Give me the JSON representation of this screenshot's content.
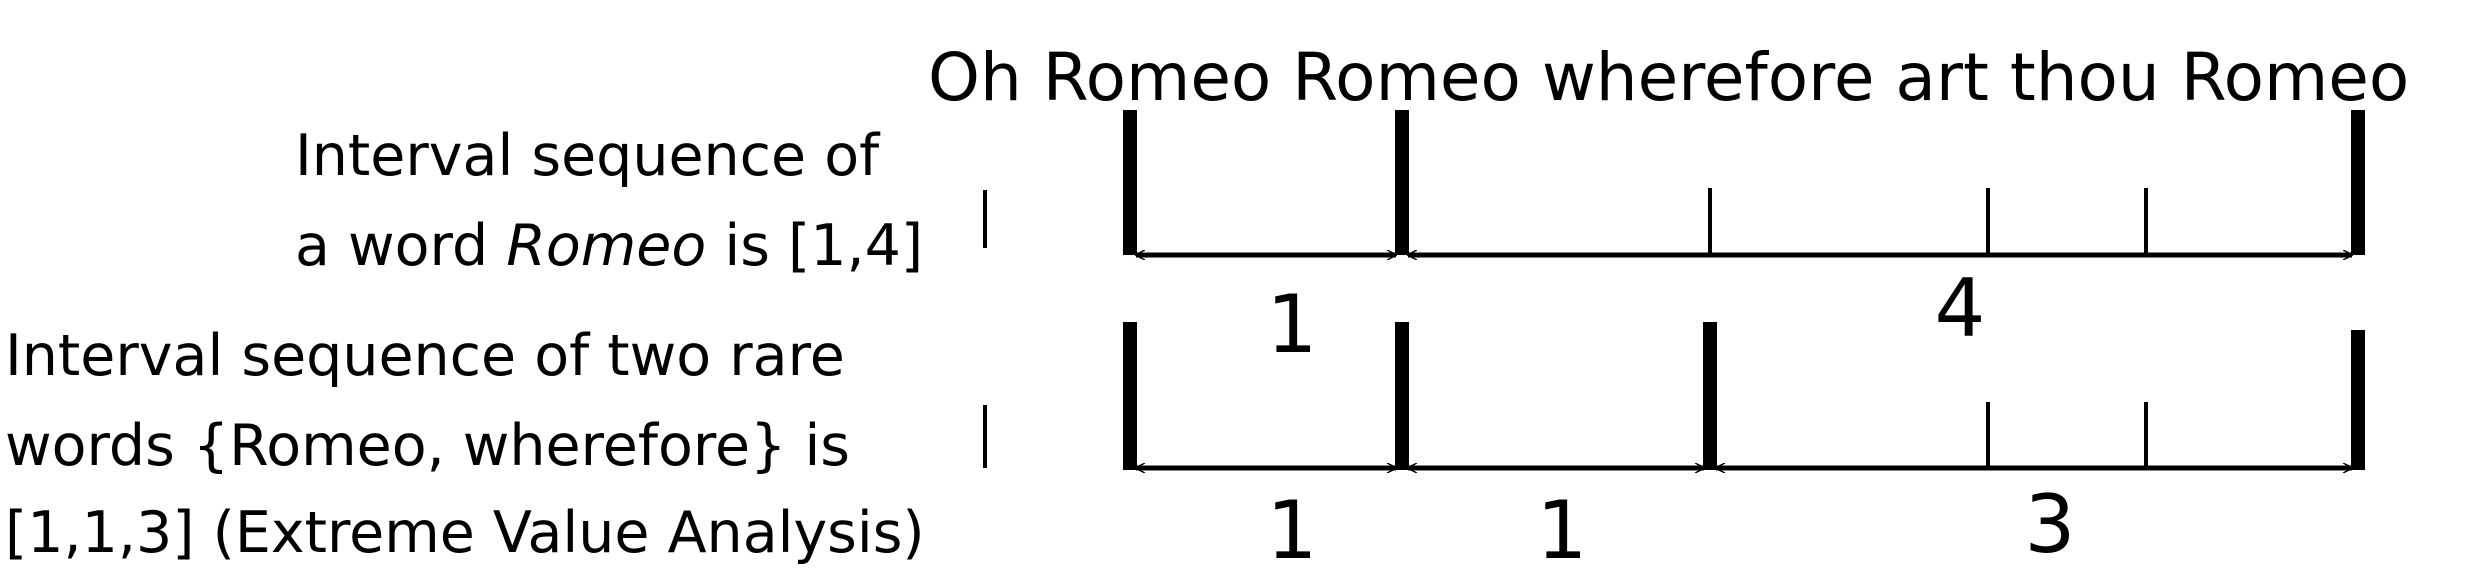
{
  "sentence": {
    "words": [
      "Oh",
      "Romeo",
      "Romeo",
      "wherefore",
      "art",
      "thou",
      "Romeo"
    ],
    "text": "Oh Romeo Romeo wherefore art thou Romeo"
  },
  "row1": {
    "label_line1": "Interval sequence of",
    "label_line2_pre": "a word ",
    "label_line2_word": "Romeo",
    "label_line2_post": " is [1,4]",
    "separator": "|",
    "intervals": [
      "1",
      "4"
    ]
  },
  "row2": {
    "label_line1": "Interval sequence of two rare",
    "label_line2": "words  {Romeo, wherefore} is",
    "label_line3": " [1,1,3] (Extreme Value Analysis)",
    "separator": "|",
    "intervals": [
      "1",
      "1",
      "3"
    ]
  }
}
